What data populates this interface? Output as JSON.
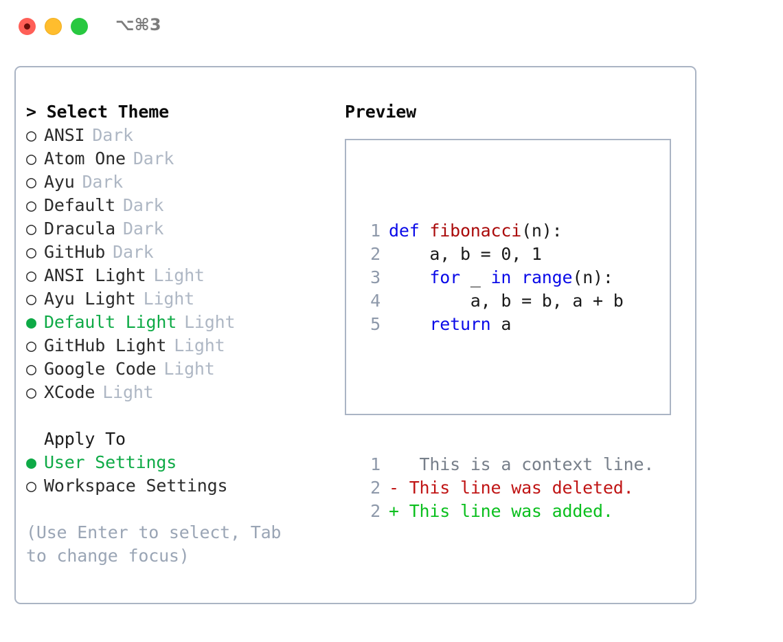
{
  "titlebar": {
    "shortcut": "⌥⌘3",
    "buttons": [
      {
        "name": "close",
        "color": "#ff5f57"
      },
      {
        "name": "minimize",
        "color": "#ffbd2e"
      },
      {
        "name": "maximize",
        "color": "#28c840"
      }
    ]
  },
  "colors": {
    "accent_green": "#0eaa46",
    "panel_border": "#aab4c4",
    "muted_label": "#aeb7c4",
    "hint": "#9aa5b5",
    "line_number": "#8e99aa",
    "keyword": "#0a0ae8",
    "function": "#aa0b0b",
    "diff_added": "#0bbf1e",
    "diff_deleted": "#c01515",
    "diff_context": "#777f8a"
  },
  "theme_list": {
    "header": "> Select Theme",
    "items": [
      {
        "marker": "○",
        "name": "ANSI",
        "kind": "Dark",
        "selected": false
      },
      {
        "marker": "○",
        "name": "Atom One",
        "kind": "Dark",
        "selected": false
      },
      {
        "marker": "○",
        "name": "Ayu",
        "kind": "Dark",
        "selected": false
      },
      {
        "marker": "○",
        "name": "Default",
        "kind": "Dark",
        "selected": false
      },
      {
        "marker": "○",
        "name": "Dracula",
        "kind": "Dark",
        "selected": false
      },
      {
        "marker": "○",
        "name": "GitHub",
        "kind": "Dark",
        "selected": false
      },
      {
        "marker": "○",
        "name": "ANSI Light",
        "kind": "Light",
        "selected": false
      },
      {
        "marker": "○",
        "name": "Ayu Light",
        "kind": "Light",
        "selected": false
      },
      {
        "marker": "●",
        "name": "Default Light",
        "kind": "Light",
        "selected": true
      },
      {
        "marker": "○",
        "name": "GitHub Light",
        "kind": "Light",
        "selected": false
      },
      {
        "marker": "○",
        "name": "Google Code",
        "kind": "Light",
        "selected": false
      },
      {
        "marker": "○",
        "name": "XCode",
        "kind": "Light",
        "selected": false
      }
    ]
  },
  "apply_to": {
    "header": "Apply To",
    "items": [
      {
        "marker": "●",
        "label": "User Settings",
        "selected": true
      },
      {
        "marker": "○",
        "label": "Workspace Settings",
        "selected": false
      }
    ]
  },
  "hint": "(Use Enter to select, Tab to change focus)",
  "preview": {
    "header": "Preview",
    "code_lines": [
      {
        "number": "1",
        "tokens": [
          {
            "text": "def ",
            "style": "kw"
          },
          {
            "text": "fibonacci",
            "style": "fn"
          },
          {
            "text": "(n):",
            "style": "pl"
          }
        ]
      },
      {
        "number": "2",
        "tokens": [
          {
            "text": "    a, b = 0, 1",
            "style": "pl"
          }
        ]
      },
      {
        "number": "3",
        "tokens": [
          {
            "text": "    ",
            "style": "pl"
          },
          {
            "text": "for",
            "style": "kw"
          },
          {
            "text": " _ ",
            "style": "pl"
          },
          {
            "text": "in",
            "style": "kw"
          },
          {
            "text": " ",
            "style": "pl"
          },
          {
            "text": "range",
            "style": "kw"
          },
          {
            "text": "(n):",
            "style": "pl"
          }
        ]
      },
      {
        "number": "4",
        "tokens": [
          {
            "text": "        a, b = b, a + b",
            "style": "pl"
          }
        ]
      },
      {
        "number": "5",
        "tokens": [
          {
            "text": "    ",
            "style": "pl"
          },
          {
            "text": "return",
            "style": "kw"
          },
          {
            "text": " a",
            "style": "pl"
          }
        ]
      }
    ],
    "diff_lines": [
      {
        "number": "1",
        "sign": " ",
        "text": "  This is a context line.",
        "style": "ctx"
      },
      {
        "number": "2",
        "sign": "-",
        "text": " This line was deleted.",
        "style": "del"
      },
      {
        "number": "2",
        "sign": "+",
        "text": " This line was added.",
        "style": "add"
      }
    ]
  }
}
